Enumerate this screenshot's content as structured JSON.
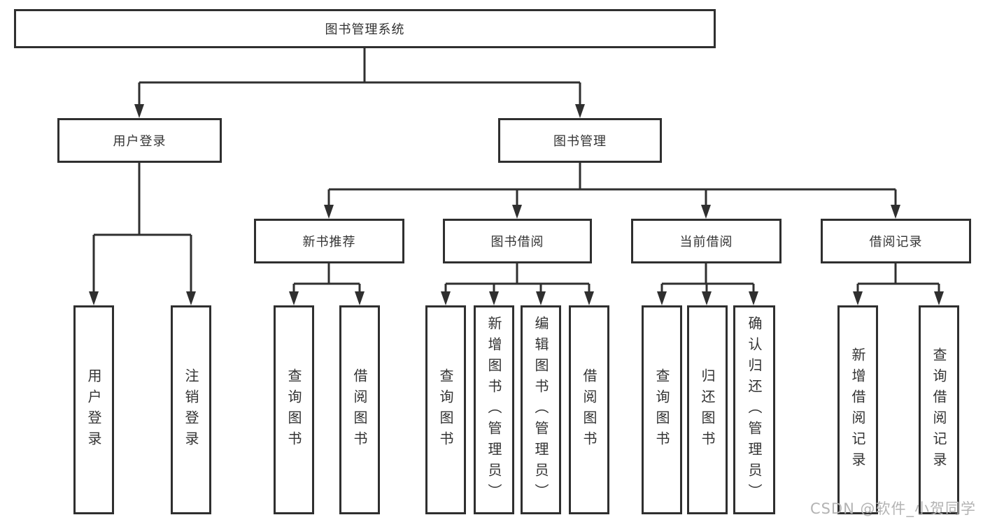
{
  "colors": {
    "line": "#2f2f2f",
    "node_border": "#2f2f2f",
    "node_text": "#333333",
    "watermark_text": "#b3b3b3",
    "background": "#ffffff"
  },
  "watermark": {
    "text": "CSDN @软件_小贺同学"
  },
  "diagram": {
    "type": "tree",
    "root": {
      "label": "图书管理系统"
    },
    "branches": [
      {
        "label": "用户登录",
        "leaves": [
          {
            "label": "用户登录"
          },
          {
            "label": "注销登录"
          }
        ]
      },
      {
        "label": "图书管理",
        "children": [
          {
            "label": "新书推荐",
            "leaves": [
              {
                "label": "查询图书"
              },
              {
                "label": "借阅图书"
              }
            ]
          },
          {
            "label": "图书借阅",
            "leaves": [
              {
                "label": "查询图书"
              },
              {
                "label": "新增图书（管理员）"
              },
              {
                "label": "编辑图书（管理员）"
              },
              {
                "label": "借阅图书"
              }
            ]
          },
          {
            "label": "当前借阅",
            "leaves": [
              {
                "label": "查询图书"
              },
              {
                "label": "归还图书"
              },
              {
                "label": "确认归还（管理员）"
              }
            ]
          },
          {
            "label": "借阅记录",
            "leaves": [
              {
                "label": "新增借阅记录"
              },
              {
                "label": "查询借阅记录"
              }
            ]
          }
        ]
      }
    ]
  }
}
